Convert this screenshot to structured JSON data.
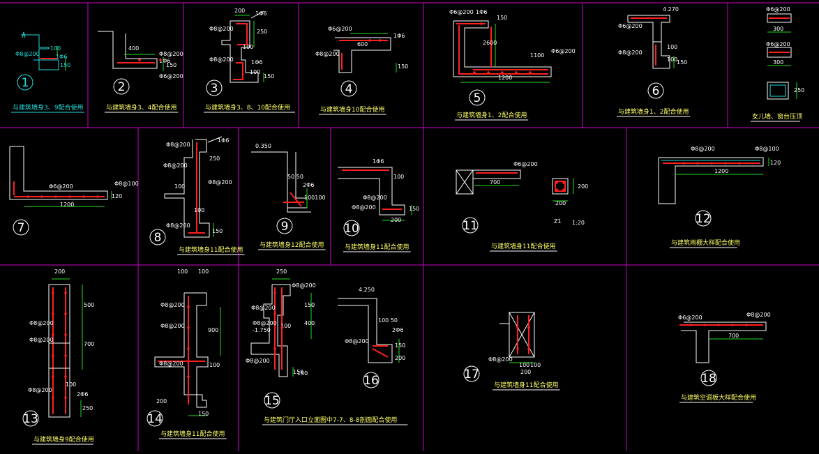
{
  "colors": {
    "background": "#000000",
    "grid": "#cc00cc",
    "concrete": "#ffffff",
    "rebar": "#ff2020",
    "dimension": "#22dd22",
    "caption": "#ffff66",
    "highlight": "#22dddd"
  },
  "details": [
    {
      "id": "1",
      "caption": "与建筑墙身3、9配合使用",
      "labels": [
        "Φ8@200",
        "100",
        "1Φ6",
        "150"
      ]
    },
    {
      "id": "2",
      "caption": "与建筑墙身3、4配合使用",
      "labels": [
        "400",
        "Φ8@200",
        "1Φ6",
        "150",
        "Φ6@200"
      ]
    },
    {
      "id": "3",
      "caption": "与建筑墙身3、8、10配合使用",
      "labels": [
        "200",
        "1Φ6",
        "Φ8@200",
        "250",
        "100",
        "Φ8@200",
        "1Φ6",
        "100",
        "150"
      ]
    },
    {
      "id": "4",
      "caption": "与建筑墙身10配合使用",
      "labels": [
        "Φ6@200",
        "600",
        "1Φ6",
        "Φ8@200",
        "150"
      ]
    },
    {
      "id": "5",
      "caption": "与建筑墙身1、2配合使用",
      "labels": [
        "Φ6@200",
        "1Φ6",
        "150",
        "2600",
        "1100",
        "Φ6@200",
        "1200"
      ]
    },
    {
      "id": "6",
      "caption": "与建筑墙身1、2配合使用",
      "labels": [
        "4.270",
        "Φ6@200",
        "100",
        "Φ8@200",
        "100",
        "150"
      ]
    },
    {
      "id": "7",
      "caption": "",
      "labels": [
        "Φ6@200",
        "Φ8@100",
        "120",
        "1200"
      ]
    },
    {
      "id": "8",
      "caption": "与建筑墙身11配合使用",
      "labels": [
        "Φ8@200",
        "1Φ6",
        "Φ8@200",
        "250",
        "100",
        "Φ8@200",
        "100",
        "Φ8@200",
        "150"
      ]
    },
    {
      "id": "9",
      "caption": "与建筑墙身12配合使用",
      "labels": [
        "0.350",
        "50 50",
        "2Φ6",
        "100100"
      ]
    },
    {
      "id": "10",
      "caption": "与建筑墙身11配合使用",
      "labels": [
        "1Φ6",
        "100",
        "Φ8@200",
        "Φ8@200",
        "150",
        "200"
      ]
    },
    {
      "id": "11",
      "caption": "与建筑墙身11配合使用",
      "labels": [
        "Φ6@200",
        "700",
        "Z1",
        "1:20",
        "200",
        "200"
      ]
    },
    {
      "id": "12",
      "caption": "与建筑雨棚大样配合使用",
      "labels": [
        "Φ8@200",
        "Φ8@100",
        "120",
        "1200"
      ]
    },
    {
      "id": "13",
      "caption": "与建筑墙身9配合使用",
      "labels": [
        "200",
        "500",
        "Φ8@200",
        "700",
        "Φ8@200",
        "100",
        "2Φ6",
        "Φ8@200",
        "250"
      ]
    },
    {
      "id": "14",
      "caption": "与建筑墙身11配合使用",
      "labels": [
        "100",
        "100",
        "Φ8@200",
        "900",
        "Φ8@200",
        "100",
        "Φ8@200",
        "200",
        "150"
      ]
    },
    {
      "id": "15",
      "caption": "与建筑门厅入口立面图中7-7、8-8剖面配合使用",
      "labels": [
        "250",
        "Φ8@200",
        "Φ8@200",
        "150",
        "400",
        "Φ8@200",
        "-1.750",
        "100",
        "150",
        "Φ8@200",
        "150"
      ]
    },
    {
      "id": "16",
      "caption": "",
      "labels": [
        "4.250",
        "100 50",
        "2Φ6",
        "Φ8@200",
        "150",
        "200"
      ]
    },
    {
      "id": "17",
      "caption": "与建筑墙身11配合使用",
      "labels": [
        "100",
        "Φ8@200",
        "100",
        "200"
      ]
    },
    {
      "id": "18",
      "caption": "与建筑空调板大样配合使用",
      "labels": [
        "Φ6@200",
        "Φ8@200",
        "700"
      ]
    },
    {
      "id": "19",
      "caption": "女儿墙、窗台压顶",
      "labels": [
        "Φ6@200",
        "300",
        "Φ6@200",
        "300",
        "250"
      ]
    }
  ]
}
